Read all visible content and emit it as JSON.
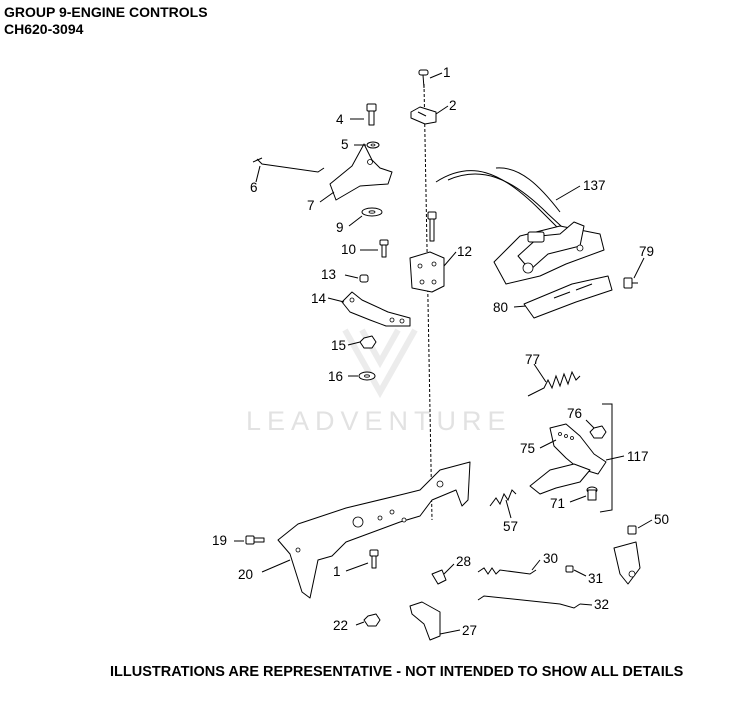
{
  "header": {
    "line1": "GROUP 9-ENGINE CONTROLS",
    "line2": "CH620-3094"
  },
  "footer": "ILLUSTRATIONS ARE REPRESENTATIVE - NOT INTENDED TO SHOW ALL DETAILS",
  "watermark": "LEADVENTURE",
  "callouts": [
    "1",
    "2",
    "4",
    "5",
    "6",
    "7",
    "9",
    "10",
    "12",
    "13",
    "14",
    "15",
    "16",
    "137",
    "79",
    "80",
    "77",
    "76",
    "75",
    "117",
    "71",
    "57",
    "19",
    "20",
    "1",
    "28",
    "30",
    "31",
    "50",
    "32",
    "22",
    "27"
  ],
  "colors": {
    "ink": "#000000",
    "watermark": "#e2e2e2"
  }
}
